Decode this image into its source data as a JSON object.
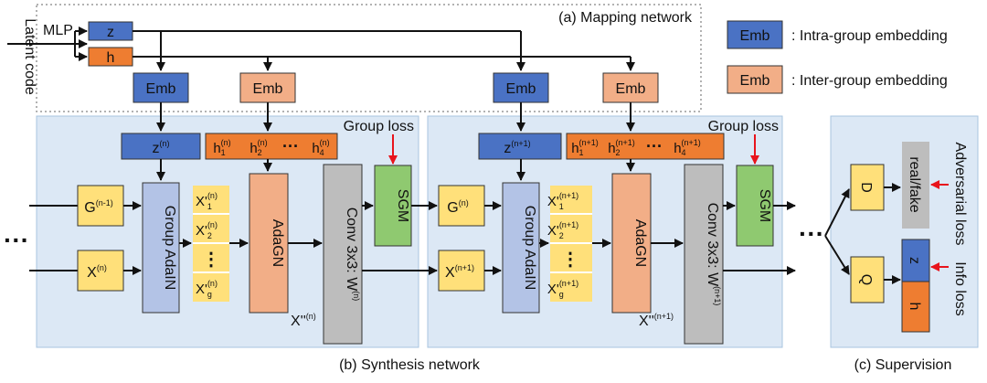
{
  "colors": {
    "panel": "#dce8f5",
    "panel_border": "#a8c4e0",
    "z_blue": "#4a72c4",
    "h_orange": "#ee7d31",
    "emb_blue": "#4a72c4",
    "emb_orange": "#f2ae87",
    "adain": "#b3c3e6",
    "adagn": "#f2ae87",
    "conv": "#bdbdbd",
    "sgm": "#8fc970",
    "yellow": "#ffe07a",
    "loss_arrow": "#e8141c"
  },
  "icons": [
    "arrow-right-icon",
    "arrow-down-icon",
    "ellipsis-icon"
  ],
  "mapping": {
    "title": "(a) Mapping network",
    "mlp_label": "MLP",
    "latent_label": "Latent code",
    "z_label": "z",
    "h_label": "h",
    "emb_label": "Emb"
  },
  "legend": {
    "emb_label": "Emb",
    "intra_text": ": Intra-group embedding",
    "inter_text": ": Inter-group embedding"
  },
  "synthesis": {
    "title": "(b) Synthesis network",
    "group_loss_label": "Group loss",
    "dots_label": "···",
    "vdots_label": "⋮",
    "blocks": [
      {
        "z_base": "z",
        "z_sup": "(n)",
        "h_items": [
          {
            "base": "h",
            "sub": "1",
            "sup": "(n)"
          },
          {
            "base": "h",
            "sub": "2",
            "sup": "(n)"
          },
          {
            "base": "h",
            "sub": "4",
            "sup": "(n)"
          }
        ],
        "g_base": "G",
        "g_sup": "(n-1)",
        "x_base": "X",
        "x_sup": "(n)",
        "adain_label": "Group AdaIN",
        "x_items": [
          {
            "base": "X'",
            "sub": "1",
            "sup": "(n)"
          },
          {
            "base": "X'",
            "sub": "2",
            "sup": "(n)"
          },
          {
            "base": "X'",
            "sub": "g",
            "sup": "(n)"
          }
        ],
        "adagn_label": "AdaGN",
        "conv_label": "Conv 3x3: W",
        "conv_sup": "(n)",
        "x2_base": "X''",
        "x2_sup": "(n)",
        "sgm_label": "SGM"
      },
      {
        "z_base": "z",
        "z_sup": "(n+1)",
        "h_items": [
          {
            "base": "h",
            "sub": "1",
            "sup": "(n+1)"
          },
          {
            "base": "h",
            "sub": "2",
            "sup": "(n+1)"
          },
          {
            "base": "h",
            "sub": "4",
            "sup": "(n+1)"
          }
        ],
        "g_base": "G",
        "g_sup": "(n)",
        "x_base": "X",
        "x_sup": "(n+1)",
        "adain_label": "Group AdaIN",
        "x_items": [
          {
            "base": "X'",
            "sub": "1",
            "sup": "(n+1)"
          },
          {
            "base": "X'",
            "sub": "2",
            "sup": "(n+1)"
          },
          {
            "base": "X'",
            "sub": "g",
            "sup": "(n+1)"
          }
        ],
        "adagn_label": "AdaGN",
        "conv_label": "Conv 3x3: W",
        "conv_sup": "(n+1)",
        "x2_base": "X''",
        "x2_sup": "(n+1)",
        "sgm_label": "SGM"
      }
    ]
  },
  "supervision": {
    "title": "(c) Supervision",
    "d_label": "D",
    "q_label": "Q",
    "realfake_label": "real/fake",
    "z_label": "z",
    "h_label": "h",
    "adv_loss_label": "Adversarial loss",
    "info_loss_label": "Info loss"
  }
}
